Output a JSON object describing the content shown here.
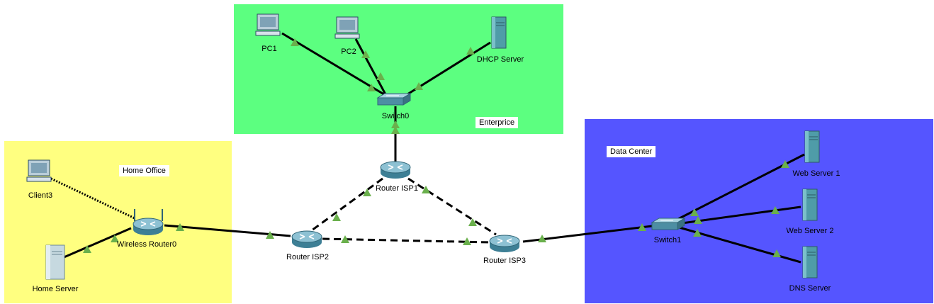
{
  "zones": {
    "enterprise": {
      "label": "Enterprice",
      "color": "#5cff80"
    },
    "home_office": {
      "label": "Home Office",
      "color": "#ffff80"
    },
    "data_center": {
      "label": "Data Center",
      "color": "#5555ff"
    }
  },
  "devices": {
    "pc1": "PC1",
    "pc2": "PC2",
    "dhcp_server": "DHCP Server",
    "switch0": "Switch0",
    "client3": "Client3",
    "wireless_router0": "Wireless Router0",
    "home_server": "Home Server",
    "router_isp1": "Router ISP1",
    "router_isp2": "Router ISP2",
    "router_isp3": "Router ISP3",
    "switch1": "Switch1",
    "web_server_1": "Web Server 1",
    "web_server_2": "Web Server 2",
    "dns_server": "DNS Server"
  },
  "colors": {
    "link_up": "#6ab04c",
    "cable": "#000000"
  }
}
